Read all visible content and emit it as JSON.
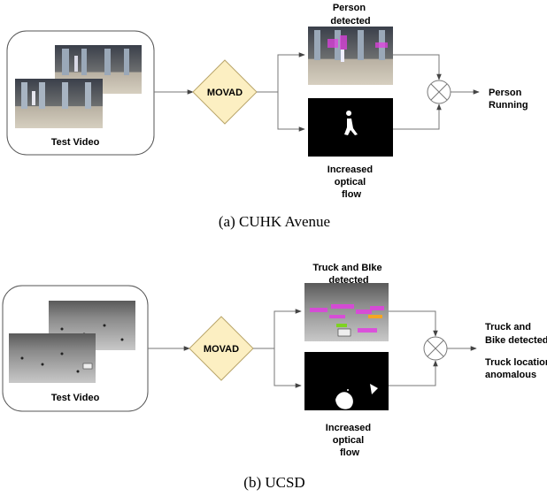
{
  "panels": [
    {
      "caption": "(a) CUHK Avenue",
      "input_label": "Test Video",
      "model_label": "MOVAD",
      "top_label": [
        "Person",
        "detected"
      ],
      "bottom_label": [
        "Increased",
        "optical",
        "flow"
      ],
      "output_label": [
        "Person",
        "Running"
      ]
    },
    {
      "caption": "(b) UCSD",
      "input_label": "Test Video",
      "model_label": "MOVAD",
      "top_label": [
        "Truck and BIke",
        "detected"
      ],
      "bottom_label": [
        "Increased",
        "optical",
        "flow"
      ],
      "output_label": [
        "Truck and",
        "Bike detected",
        "",
        "Truck location",
        "anomalous"
      ]
    }
  ],
  "colors": {
    "diamond_fill": "#fcefc2",
    "detection_highlight": "#e040e0",
    "detection_highlight_alt": "#7ed321"
  }
}
